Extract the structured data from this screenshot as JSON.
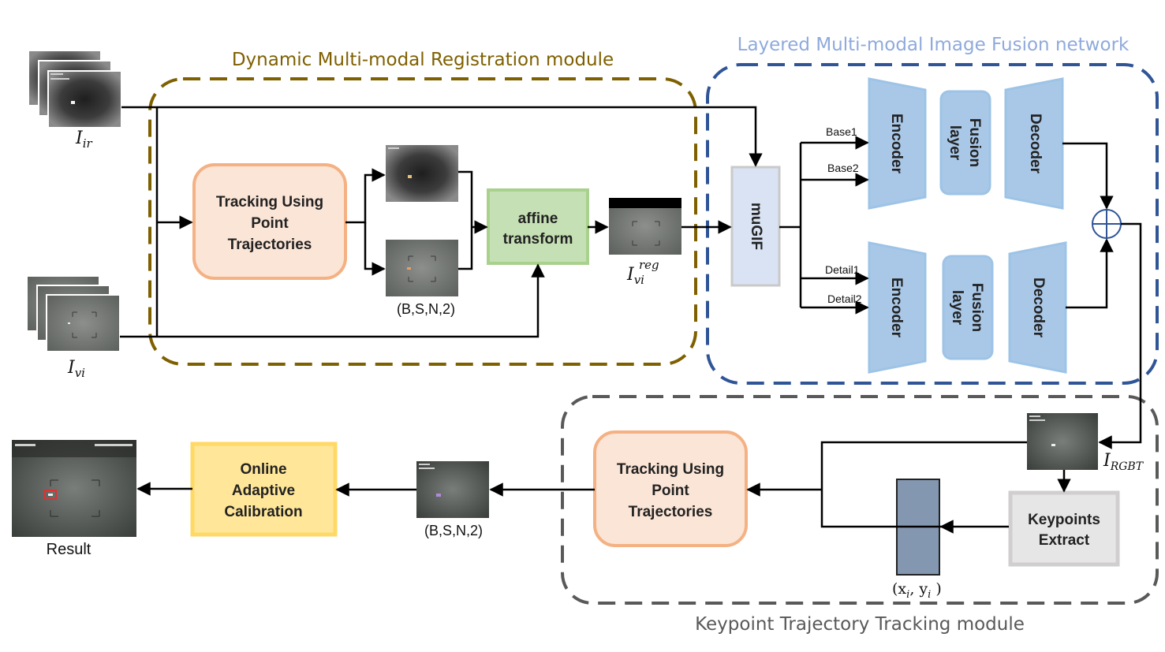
{
  "modules": {
    "registration": "Dynamic Multi-modal Registration module",
    "fusion": "Layered Multi-modal Image Fusion network",
    "tracking": "Keypoint Trajectory Tracking module"
  },
  "blocks": {
    "tracking_top": [
      "Tracking Using",
      "Point",
      "Trajectories"
    ],
    "affine": [
      "affine",
      "transform"
    ],
    "mugif": "muGIF",
    "encoder": "Encoder",
    "fusion_layer": [
      "Fusion",
      "layer"
    ],
    "decoder": "Decoder",
    "tracking_bottom": [
      "Tracking Using",
      "Point",
      "Trajectories"
    ],
    "keypoints": [
      "Keypoints",
      "Extract"
    ],
    "calibration": [
      "Online",
      "Adaptive",
      "Calibration"
    ]
  },
  "branch_labels": {
    "base1": "Base1",
    "base2": "Base2",
    "detail1": "Detail1",
    "detail2": "Detail2"
  },
  "shape_labels": {
    "top": "(B,S,N,2)",
    "bottom": "(B,S,N,2)"
  },
  "image_labels": {
    "ir": {
      "base": "I",
      "sub": "ir"
    },
    "vi": {
      "base": "I",
      "sub": "vi"
    },
    "vi_reg": {
      "base": "I",
      "sub": "vi",
      "sup": "reg"
    },
    "rgbt": {
      "base": "I",
      "sub": "RGBT"
    },
    "coords": "(x",
    "coords_sub1": "i",
    "coords_mid": ", y",
    "coords_sub2": "i",
    "coords_end": " )",
    "result": "Result"
  },
  "colors": {
    "registration_border": "#7f6000",
    "registration_title": "#7f6000",
    "fusion_border": "#2f5597",
    "fusion_title": "#8faadc",
    "tracking_border": "#595959",
    "tracking_title": "#595959",
    "tracking_block_fill": "#fbe5d6",
    "tracking_block_stroke": "#f4b183",
    "affine_fill": "#c5e0b4",
    "affine_stroke": "#a9d18e",
    "mugif_fill": "#dae3f3",
    "mugif_stroke": "#c9c9c9",
    "encoder_fill": "#a9c8e8",
    "encoder_stroke": "#9dc3e6",
    "calibration_fill": "#ffe699",
    "calibration_stroke": "#ffd966",
    "keypoints_fill": "#e7e6e6",
    "keypoints_stroke": "#d0cece",
    "feature_bar": "#8497b0"
  }
}
